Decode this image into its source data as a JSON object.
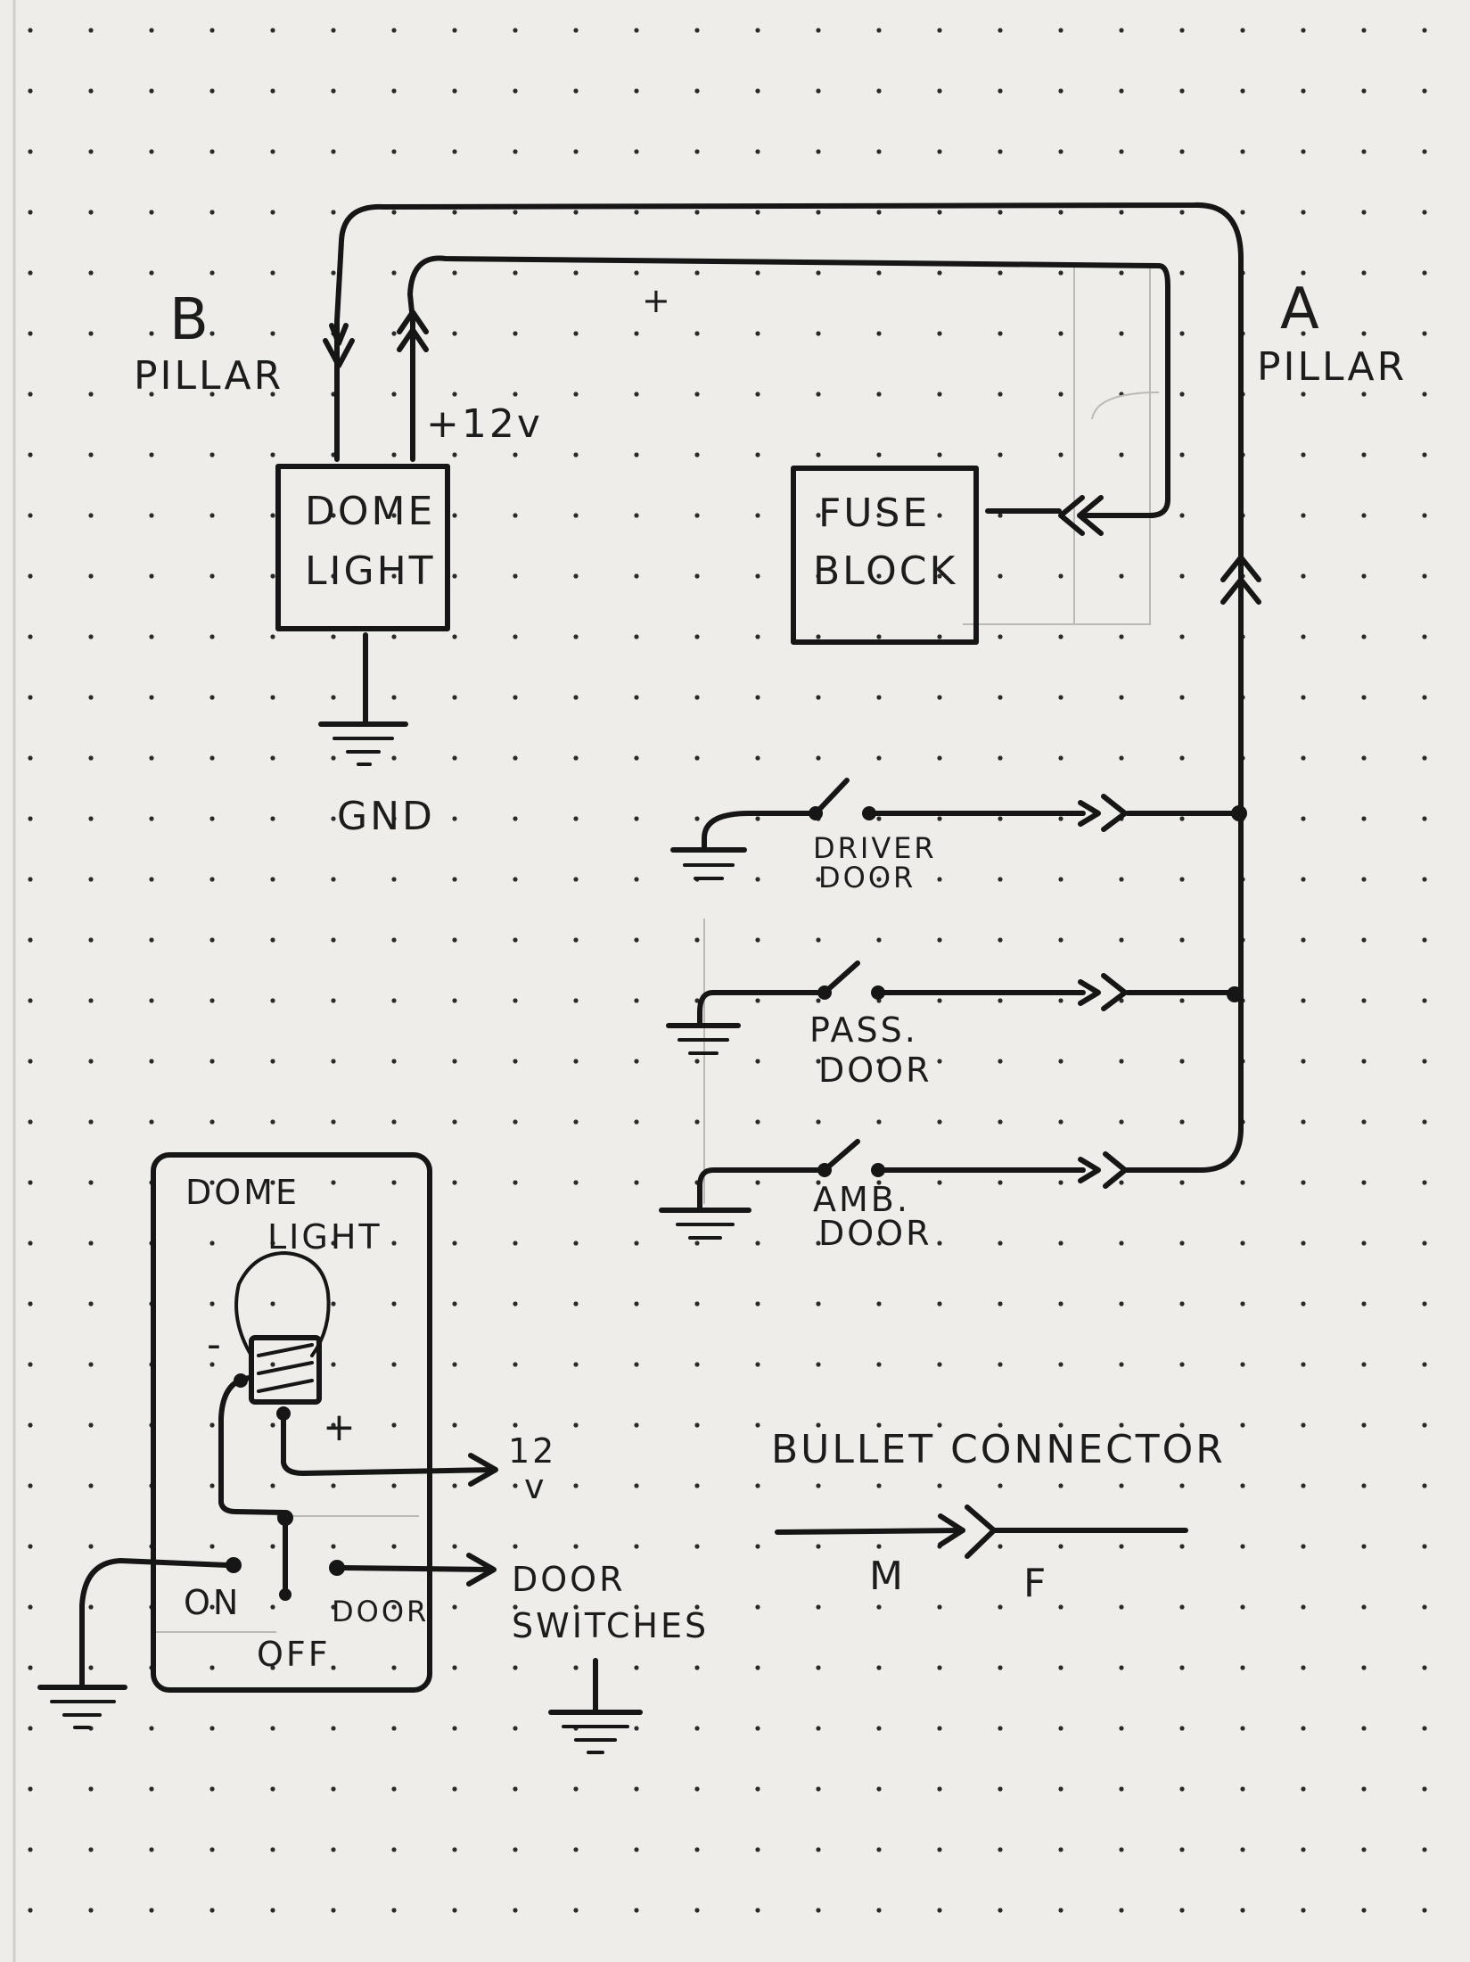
{
  "labels": {
    "b_pillar_letter": "B",
    "b_pillar_word": "PILLAR",
    "a_pillar_letter": "A",
    "a_pillar_word": "PILLAR",
    "plus_12v": "+12v",
    "plus_mark": "+",
    "dome_light_line1": "DOME",
    "dome_light_line2": "LIGHT",
    "fuse_block_line1": "FUSE",
    "fuse_block_line2": "BLOCK",
    "gnd": "GND",
    "driver_door_line1": "DRIVER",
    "driver_door_line2": "DOOR",
    "pass_door_line1": "PASS.",
    "pass_door_line2": "DOOR",
    "amb_door_line1": "AMB.",
    "amb_door_line2": "DOOR",
    "detail_title_line1": "DOME",
    "detail_title_line2": "LIGHT",
    "minus": "-",
    "plus": "+",
    "twelve": "12",
    "v": "v",
    "on": "ON",
    "off": "OFF",
    "door": "DOOR",
    "door_switches_line1": "DOOR",
    "door_switches_line2": "SWITCHES",
    "bullet_connector": "BULLET CONNECTOR",
    "male": "M",
    "female": "F"
  },
  "colors": {
    "paper": "#eeede9",
    "ink": "#161616"
  }
}
